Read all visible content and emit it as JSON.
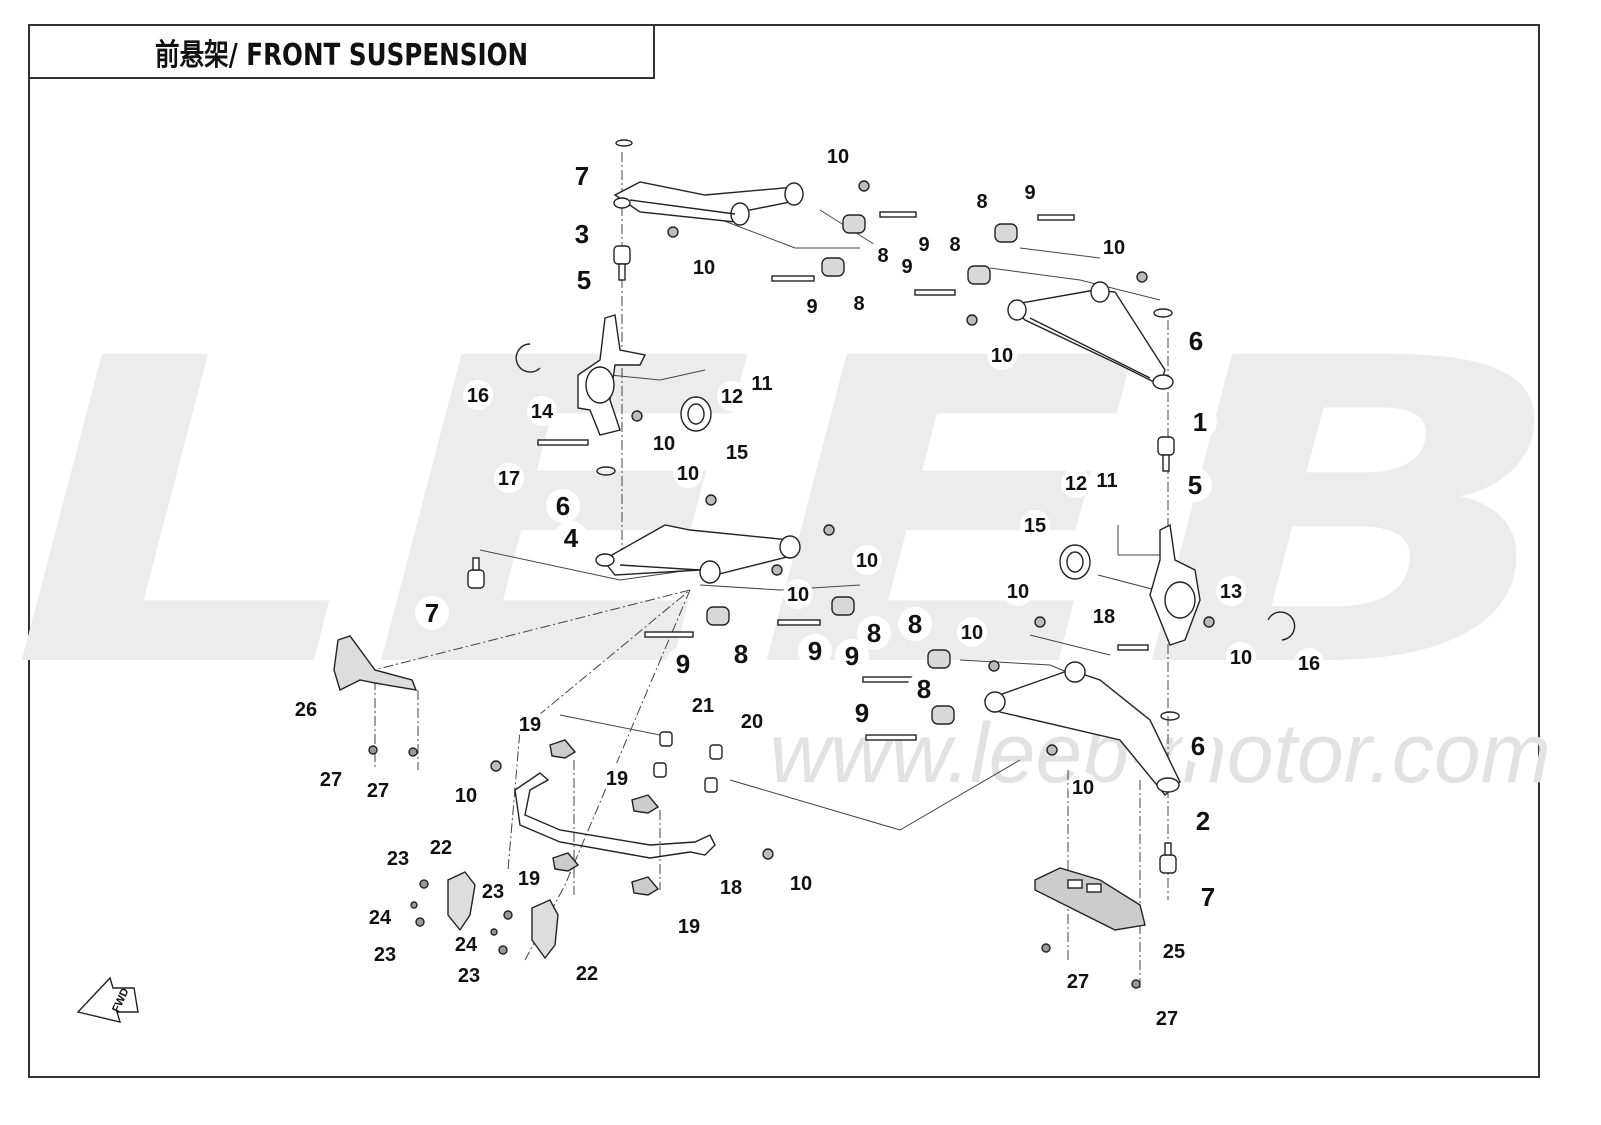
{
  "title": "前悬架/ FRONT SUSPENSION",
  "watermark": {
    "brand": "LEEB",
    "url": "www.leeb-motor.com"
  },
  "fwd_label": "FWD",
  "callouts": [
    {
      "id": "c-7a",
      "label": "7"
    },
    {
      "id": "c-3",
      "label": "3"
    },
    {
      "id": "c-5a",
      "label": "5"
    },
    {
      "id": "c-10a",
      "label": "10"
    },
    {
      "id": "c-10b",
      "label": "10"
    },
    {
      "id": "c-8a",
      "label": "8"
    },
    {
      "id": "c-9a",
      "label": "9"
    },
    {
      "id": "c-8b",
      "label": "8"
    },
    {
      "id": "c-9b",
      "label": "9"
    },
    {
      "id": "c-8c",
      "label": "8"
    },
    {
      "id": "c-9c",
      "label": "9"
    },
    {
      "id": "c-8d",
      "label": "8"
    },
    {
      "id": "c-9d",
      "label": "9"
    },
    {
      "id": "c-10c",
      "label": "10"
    },
    {
      "id": "c-6a",
      "label": "6"
    },
    {
      "id": "c-10d",
      "label": "10"
    },
    {
      "id": "c-1",
      "label": "1"
    },
    {
      "id": "c-5b",
      "label": "5"
    },
    {
      "id": "c-16a",
      "label": "16"
    },
    {
      "id": "c-14",
      "label": "14"
    },
    {
      "id": "c-12a",
      "label": "12"
    },
    {
      "id": "c-11a",
      "label": "11"
    },
    {
      "id": "c-10e",
      "label": "10"
    },
    {
      "id": "c-15a",
      "label": "15"
    },
    {
      "id": "c-17",
      "label": "17"
    },
    {
      "id": "c-6b",
      "label": "6"
    },
    {
      "id": "c-10f",
      "label": "10"
    },
    {
      "id": "c-4",
      "label": "4"
    },
    {
      "id": "c-10g",
      "label": "10"
    },
    {
      "id": "c-7b",
      "label": "7"
    },
    {
      "id": "c-10h",
      "label": "10"
    },
    {
      "id": "c-12b",
      "label": "12"
    },
    {
      "id": "c-11b",
      "label": "11"
    },
    {
      "id": "c-15b",
      "label": "15"
    },
    {
      "id": "c-13",
      "label": "13"
    },
    {
      "id": "c-10i",
      "label": "10"
    },
    {
      "id": "c-18a",
      "label": "18"
    },
    {
      "id": "c-10j",
      "label": "10"
    },
    {
      "id": "c-16b",
      "label": "16"
    },
    {
      "id": "c-9e",
      "label": "9"
    },
    {
      "id": "c-8e",
      "label": "8"
    },
    {
      "id": "c-9f",
      "label": "9"
    },
    {
      "id": "c-8f",
      "label": "8"
    },
    {
      "id": "c-9g",
      "label": "9"
    },
    {
      "id": "c-8g",
      "label": "8"
    },
    {
      "id": "c-10k",
      "label": "10"
    },
    {
      "id": "c-8h",
      "label": "8"
    },
    {
      "id": "c-9h",
      "label": "9"
    },
    {
      "id": "c-26",
      "label": "26"
    },
    {
      "id": "c-27a",
      "label": "27"
    },
    {
      "id": "c-27b",
      "label": "27"
    },
    {
      "id": "c-19a",
      "label": "19"
    },
    {
      "id": "c-21",
      "label": "21"
    },
    {
      "id": "c-20",
      "label": "20"
    },
    {
      "id": "c-10l",
      "label": "10"
    },
    {
      "id": "c-19b",
      "label": "19"
    },
    {
      "id": "c-6c",
      "label": "6"
    },
    {
      "id": "c-10m",
      "label": "10"
    },
    {
      "id": "c-2",
      "label": "2"
    },
    {
      "id": "c-22a",
      "label": "22"
    },
    {
      "id": "c-23a",
      "label": "23"
    },
    {
      "id": "c-23b",
      "label": "23"
    },
    {
      "id": "c-19c",
      "label": "19"
    },
    {
      "id": "c-18b",
      "label": "18"
    },
    {
      "id": "c-10n",
      "label": "10"
    },
    {
      "id": "c-7c",
      "label": "7"
    },
    {
      "id": "c-24a",
      "label": "24"
    },
    {
      "id": "c-23c",
      "label": "23"
    },
    {
      "id": "c-24b",
      "label": "24"
    },
    {
      "id": "c-19d",
      "label": "19"
    },
    {
      "id": "c-23d",
      "label": "23"
    },
    {
      "id": "c-22b",
      "label": "22"
    },
    {
      "id": "c-25",
      "label": "25"
    },
    {
      "id": "c-27c",
      "label": "27"
    },
    {
      "id": "c-27d",
      "label": "27"
    }
  ]
}
